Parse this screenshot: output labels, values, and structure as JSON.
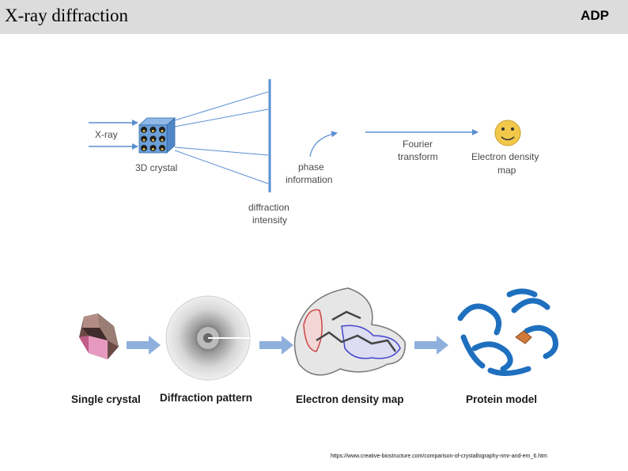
{
  "slide": {
    "title": "X-ray diffraction",
    "tag": "ADP",
    "source": "https://www.creative-biostructure.com/comparison-of-crystallography-nmr-and-em_6.htm"
  },
  "top_diagram": {
    "xray_label": "X-ray",
    "crystal_label": "3D crystal",
    "diffraction_label_line1": "diffraction",
    "diffraction_label_line2": "intensity",
    "phase_label_line1": "phase",
    "phase_label_line2": "information",
    "fourier_label_line1": "Fourier",
    "fourier_label_line2": "transform",
    "density_label_line1": "Electron density",
    "density_label_line2": "map"
  },
  "pipeline": {
    "steps": [
      "Single crystal",
      "Diffraction pattern",
      "Electron density map",
      "Protein model"
    ]
  },
  "colors": {
    "arrow_blue": "#5b8fd1",
    "pipeline_arrow": "#8fb0dd",
    "smiley": "#f2c84b",
    "protein": "#1f6fbf"
  }
}
